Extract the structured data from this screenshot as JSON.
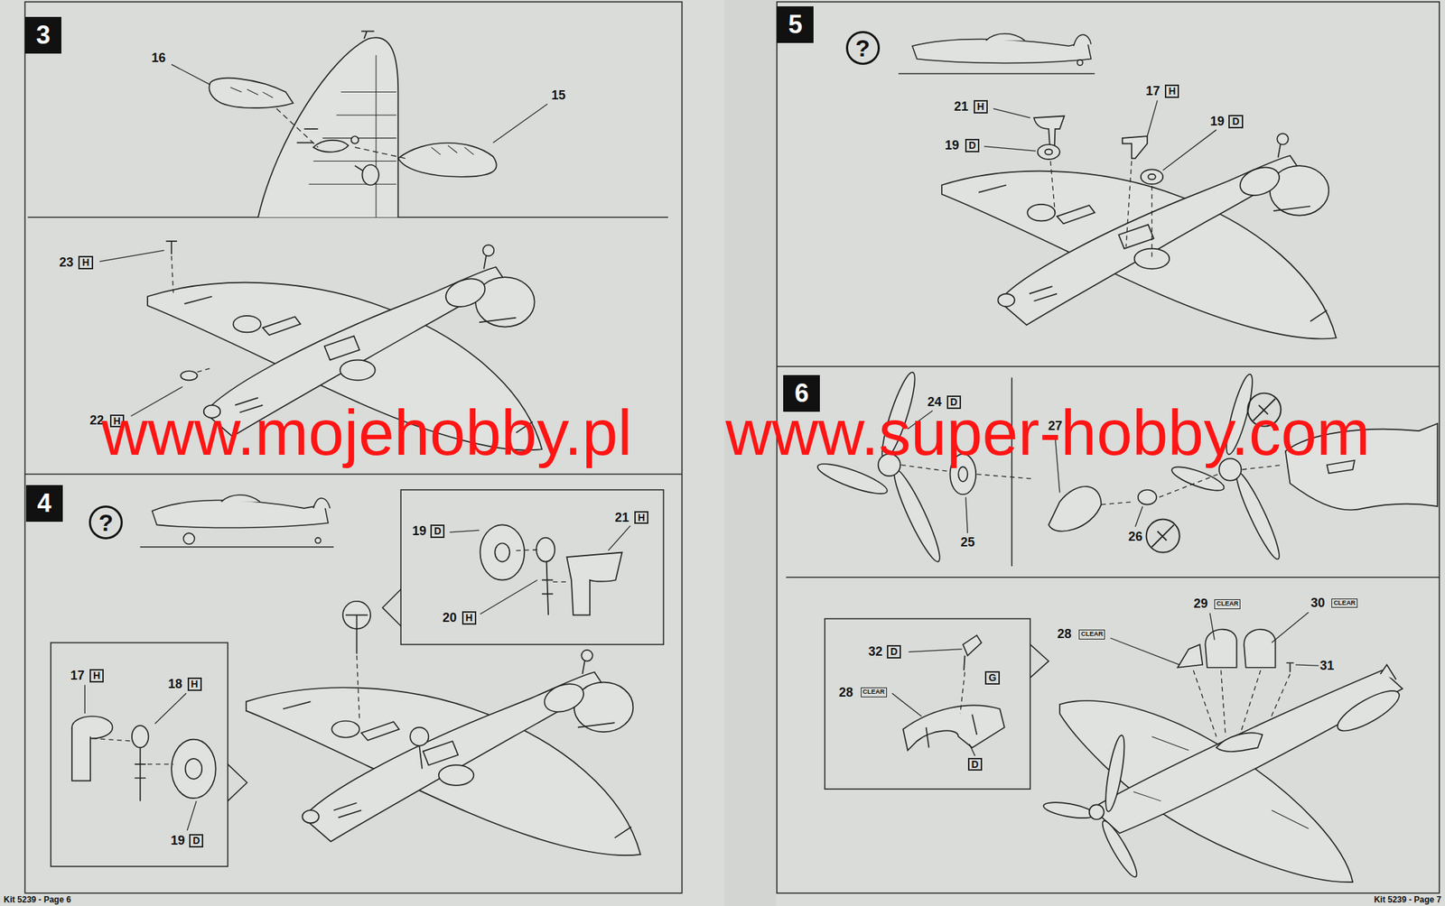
{
  "diagram": {
    "nodes": [
      {
        "text": [
          "3"
        ]
      },
      {
        "text": [
          "H"
        ]
      },
      {
        "text": [
          "H"
        ]
      },
      {
        "text": [
          "4"
        ]
      },
      {
        "text": [
          "?"
        ]
      },
      {
        "text": [
          "D"
        ]
      },
      {
        "text": [
          "H"
        ]
      },
      {
        "text": [
          "H"
        ]
      },
      {
        "text": [
          "H"
        ]
      },
      {
        "text": [
          "H"
        ]
      },
      {
        "text": [
          "D"
        ]
      },
      {
        "text": [
          "5"
        ]
      },
      {
        "text": [
          "?"
        ]
      },
      {
        "text": [
          "H"
        ]
      },
      {
        "text": [
          "H"
        ]
      },
      {
        "text": [
          "D"
        ]
      },
      {
        "text": [
          "D"
        ]
      },
      {
        "text": [
          "6"
        ]
      },
      {
        "text": [
          "D"
        ]
      },
      {
        "text": [
          "CLEAR"
        ]
      },
      {
        "text": [
          "CLEAR"
        ]
      },
      {
        "text": [
          "CLEAR"
        ]
      },
      {
        "text": [
          "D"
        ]
      },
      {
        "text": [
          "G"
        ]
      },
      {
        "text": [
          "CLEAR"
        ]
      },
      {
        "text": [
          "D"
        ]
      }
    ],
    "labels": [
      "16",
      "15",
      "23",
      "22",
      "www.mojehobby.pl",
      "www.super-hobby.com",
      "19",
      "21",
      "20",
      "17",
      "18",
      "19",
      "Kit 5239 - Page 6",
      "17",
      "21",
      "19",
      "19",
      "24",
      "27",
      "25",
      "26",
      "29",
      "30",
      "28",
      "31",
      "32",
      "28",
      "Kit 5239 - Page 7"
    ]
  }
}
